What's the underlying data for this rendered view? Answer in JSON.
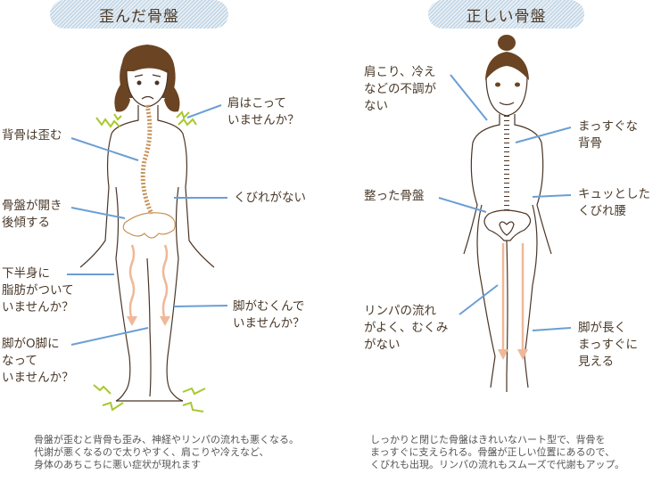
{
  "left_panel": {
    "title": "歪んだ骨盤",
    "labels": [
      {
        "id": "shoulder",
        "text": "肩はこって\nいませんか？"
      },
      {
        "id": "spine",
        "text": "背骨は歪む"
      },
      {
        "id": "waist",
        "text": "くびれがない"
      },
      {
        "id": "pelvis",
        "text": "骨盤が開き\n後傾する"
      },
      {
        "id": "lower_body",
        "text": "下半身に\n脂肪がついて\nいませんか？"
      },
      {
        "id": "swelling",
        "text": "脚がむくんで\nいませんか？"
      },
      {
        "id": "o_legs",
        "text": "脚がO脚に\nなって\nいませんか？"
      }
    ],
    "caption": "骨盤が歪むと背骨も歪み、神経やリンパの流れも悪くなる。\n代謝が悪くなるので太りやすく、肩こりや冷えなど、\n身体のあちこちに悪い症状が現れます"
  },
  "right_panel": {
    "title": "正しい骨盤",
    "labels": [
      {
        "id": "no_discomfort",
        "text": "肩こり、冷え\nなどの不調が\nない"
      },
      {
        "id": "straight_spine",
        "text": "まっすぐな\n背骨"
      },
      {
        "id": "aligned_pelvis",
        "text": "整った骨盤"
      },
      {
        "id": "waist",
        "text": "キュッとした\nくびれ腰"
      },
      {
        "id": "lymph",
        "text": "リンパの流れ\nがよく、むくみ\nがない"
      },
      {
        "id": "long_legs",
        "text": "脚が長く\nまっすぐに\n見える"
      }
    ],
    "caption": "しっかりと閉じた骨盤はきれいなハート型で、背骨を\nまっすぐに支えられる。骨盤が正しい位置にあるので、\nくびれも出現。リンパの流れもスムーズで代謝もアップ。"
  },
  "colors": {
    "leader_line": "#6a9fd4",
    "outline": "#4a3526",
    "hair": "#6b4423",
    "spine": "#c8945a",
    "arrow": "#f0b898",
    "zigzag": "#a8c830",
    "pill_stripe": "#b8cfe0"
  }
}
